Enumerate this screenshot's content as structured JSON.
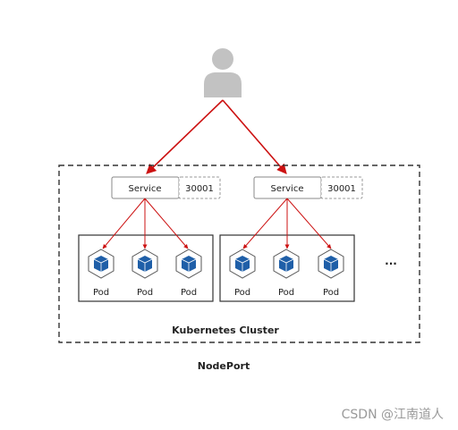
{
  "diagram": {
    "user_icon": "user-icon",
    "cluster_label": "Kubernetes Cluster",
    "title": "NodePort",
    "ellipsis": "...",
    "nodes": [
      {
        "service_label": "Service",
        "port_label": "30001",
        "pods": [
          {
            "label": "Pod"
          },
          {
            "label": "Pod"
          },
          {
            "label": "Pod"
          }
        ]
      },
      {
        "service_label": "Service",
        "port_label": "30001",
        "pods": [
          {
            "label": "Pod"
          },
          {
            "label": "Pod"
          },
          {
            "label": "Pod"
          }
        ]
      }
    ],
    "pod_icon": "container-cube-icon",
    "watermark": "CSDN @江南道人",
    "colors": {
      "arrow": "#cc1111",
      "user_icon": "#c2c2c2",
      "pod_icon": "#1f5fa8",
      "border": "#333333",
      "dashed_port": "#999999"
    }
  }
}
